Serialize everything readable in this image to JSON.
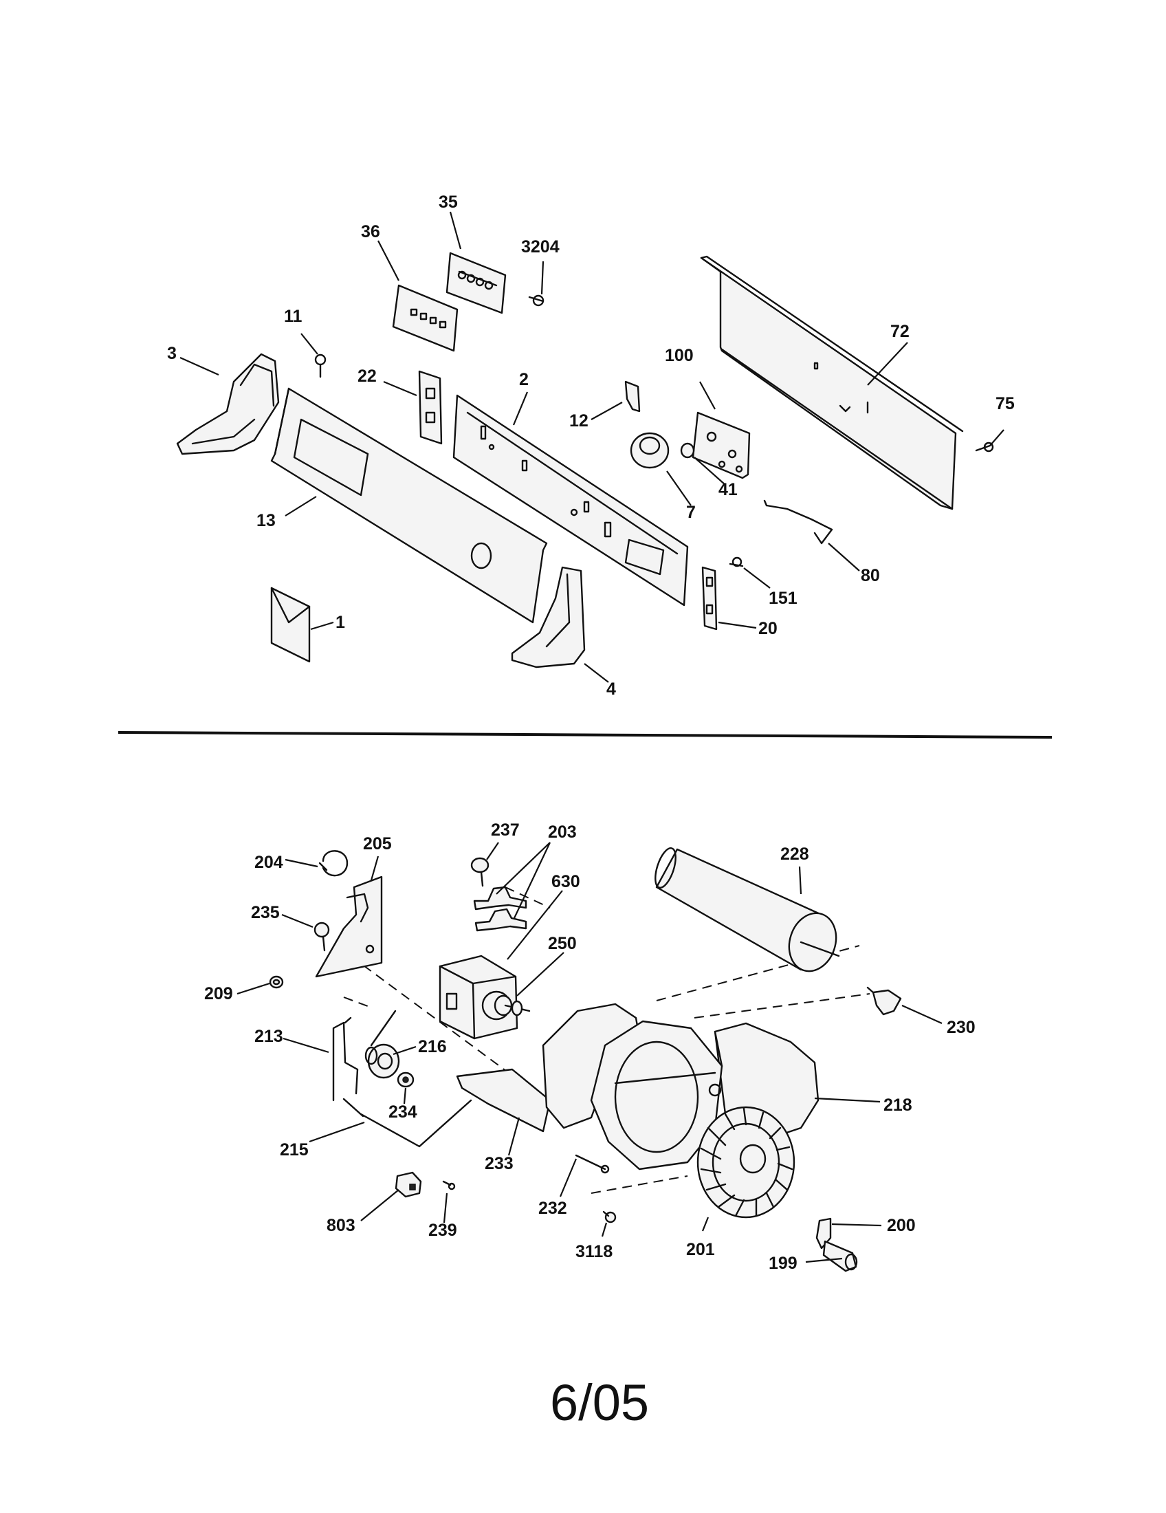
{
  "diagram": {
    "upper_section": {
      "callouts": [
        "35",
        "36",
        "3204",
        "11",
        "3",
        "22",
        "2",
        "72",
        "100",
        "12",
        "75",
        "7",
        "41",
        "13",
        "80",
        "151",
        "20",
        "1",
        "4"
      ]
    },
    "lower_section": {
      "callouts": [
        "237",
        "203",
        "205",
        "204",
        "228",
        "630",
        "235",
        "250",
        "209",
        "230",
        "213",
        "216",
        "234",
        "218",
        "215",
        "233",
        "232",
        "803",
        "239",
        "3118",
        "201",
        "200",
        "199"
      ]
    },
    "page_number": "6/05"
  }
}
